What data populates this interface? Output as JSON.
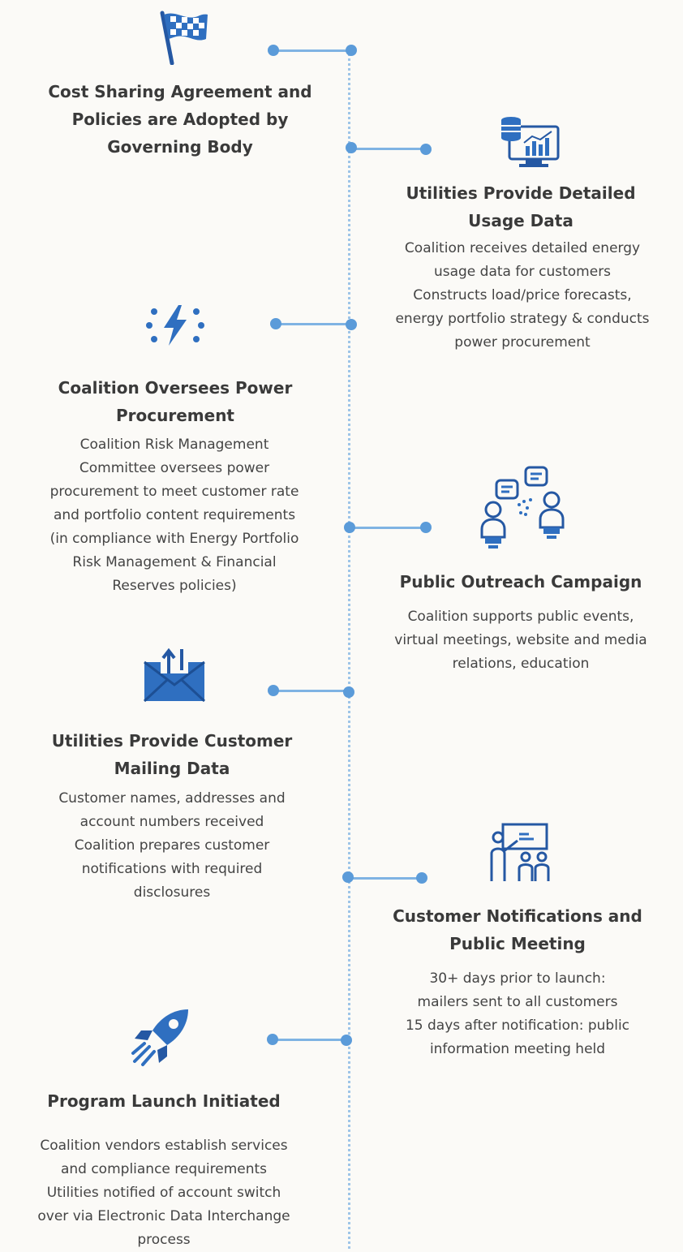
{
  "steps": [
    {
      "title_lines": [
        "Cost Sharing Agreement and",
        "Policies are Adopted by",
        "Governing Body"
      ],
      "description_lines": []
    },
    {
      "title_lines": [
        "Utilities Provide Detailed",
        "Usage Data"
      ],
      "description_lines": [
        "Coalition receives detailed energy",
        "usage data for customers",
        "Constructs load/price forecasts,",
        "energy portfolio strategy & conducts",
        "power procurement"
      ]
    },
    {
      "title_lines": [
        "Coalition Oversees Power",
        "Procurement"
      ],
      "description_lines": [
        "Coalition Risk Management",
        "Committee oversees power",
        "procurement to meet customer rate",
        "and portfolio content requirements",
        "(in compliance with Energy Portfolio",
        "Risk Management & Financial",
        "Reserves policies)"
      ]
    },
    {
      "title_lines": [
        "Public Outreach Campaign"
      ],
      "description_lines": [
        "Coalition supports public events,",
        "virtual meetings, website and media",
        "relations, education"
      ]
    },
    {
      "title_lines": [
        "Utilities Provide Customer",
        "Mailing Data"
      ],
      "description_lines": [
        "Customer names, addresses and",
        "account numbers received",
        "Coalition prepares customer",
        "notifications with required",
        "disclosures"
      ]
    },
    {
      "title_lines": [
        "Customer Notifications and",
        "Public Meeting"
      ],
      "description_lines": [
        "30+ days prior to launch:",
        "mailers sent to all customers",
        "15 days after notification: public",
        "information meeting held"
      ]
    },
    {
      "title_lines": [
        "Program Launch Initiated"
      ],
      "description_lines": [
        "Coalition vendors establish services",
        "and compliance requirements",
        "Utilities notified of account switch",
        "over via Electronic Data Interchange",
        "process"
      ]
    }
  ],
  "icons": [
    "checkered-flag-icon",
    "data-analytics-monitor-icon",
    "lightning-bolt-icon",
    "discussion-people-icon",
    "mail-envelope-icon",
    "presentation-audience-icon",
    "rocket-icon"
  ],
  "colors": {
    "icon_blue": "#2f6fc0",
    "icon_dark": "#2558a3",
    "timeline_line": "#9ec5e8",
    "connector": "#7fb3e3",
    "dot": "#5b9bd9",
    "text": "#3a3a3a"
  }
}
